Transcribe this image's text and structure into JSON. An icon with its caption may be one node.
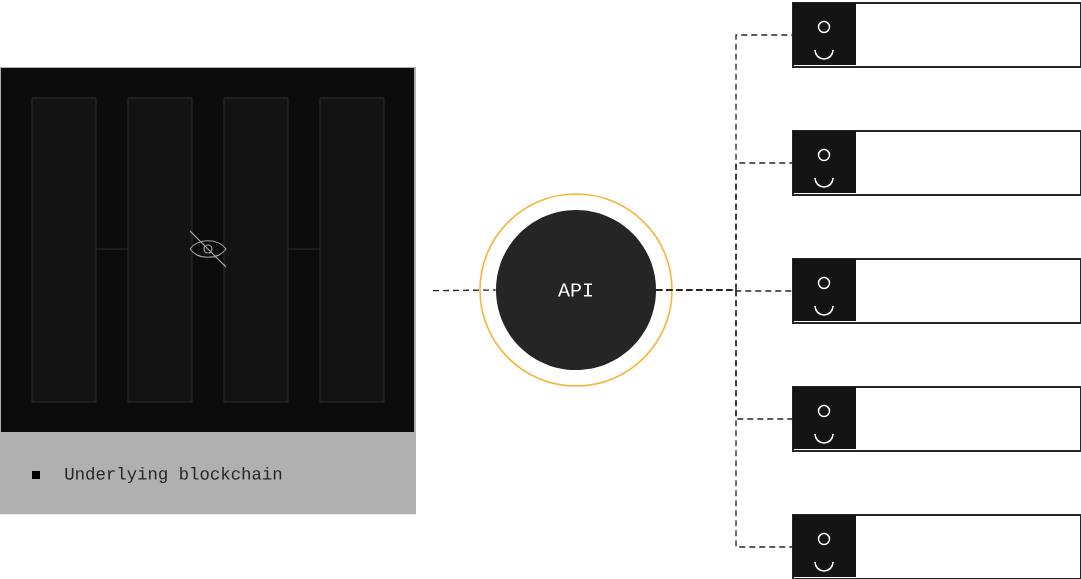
{
  "diagram": {
    "nodes": [
      {
        "text": [
          "Underlying blockchain"
        ]
      },
      {
        "text": [
          "API"
        ]
      },
      {
        "text": [],
        "shape": "box"
      },
      {
        "text": [],
        "shape": "box"
      },
      {
        "text": [],
        "shape": "box"
      },
      {
        "text": [],
        "shape": "box"
      },
      {
        "text": [],
        "shape": "box"
      }
    ],
    "edges": [
      {
        "from": 0,
        "to": 1,
        "arrow": "none",
        "style": "dashed"
      },
      {
        "from": 1,
        "to": 2,
        "arrow": "none",
        "style": "dashed"
      },
      {
        "from": 1,
        "to": 3,
        "arrow": "none",
        "style": "dashed"
      },
      {
        "from": 1,
        "to": 4,
        "arrow": "none",
        "style": "dashed"
      },
      {
        "from": 1,
        "to": 5,
        "arrow": "none",
        "style": "dashed"
      },
      {
        "from": 1,
        "to": 6,
        "arrow": "none",
        "style": "dashed"
      }
    ]
  }
}
